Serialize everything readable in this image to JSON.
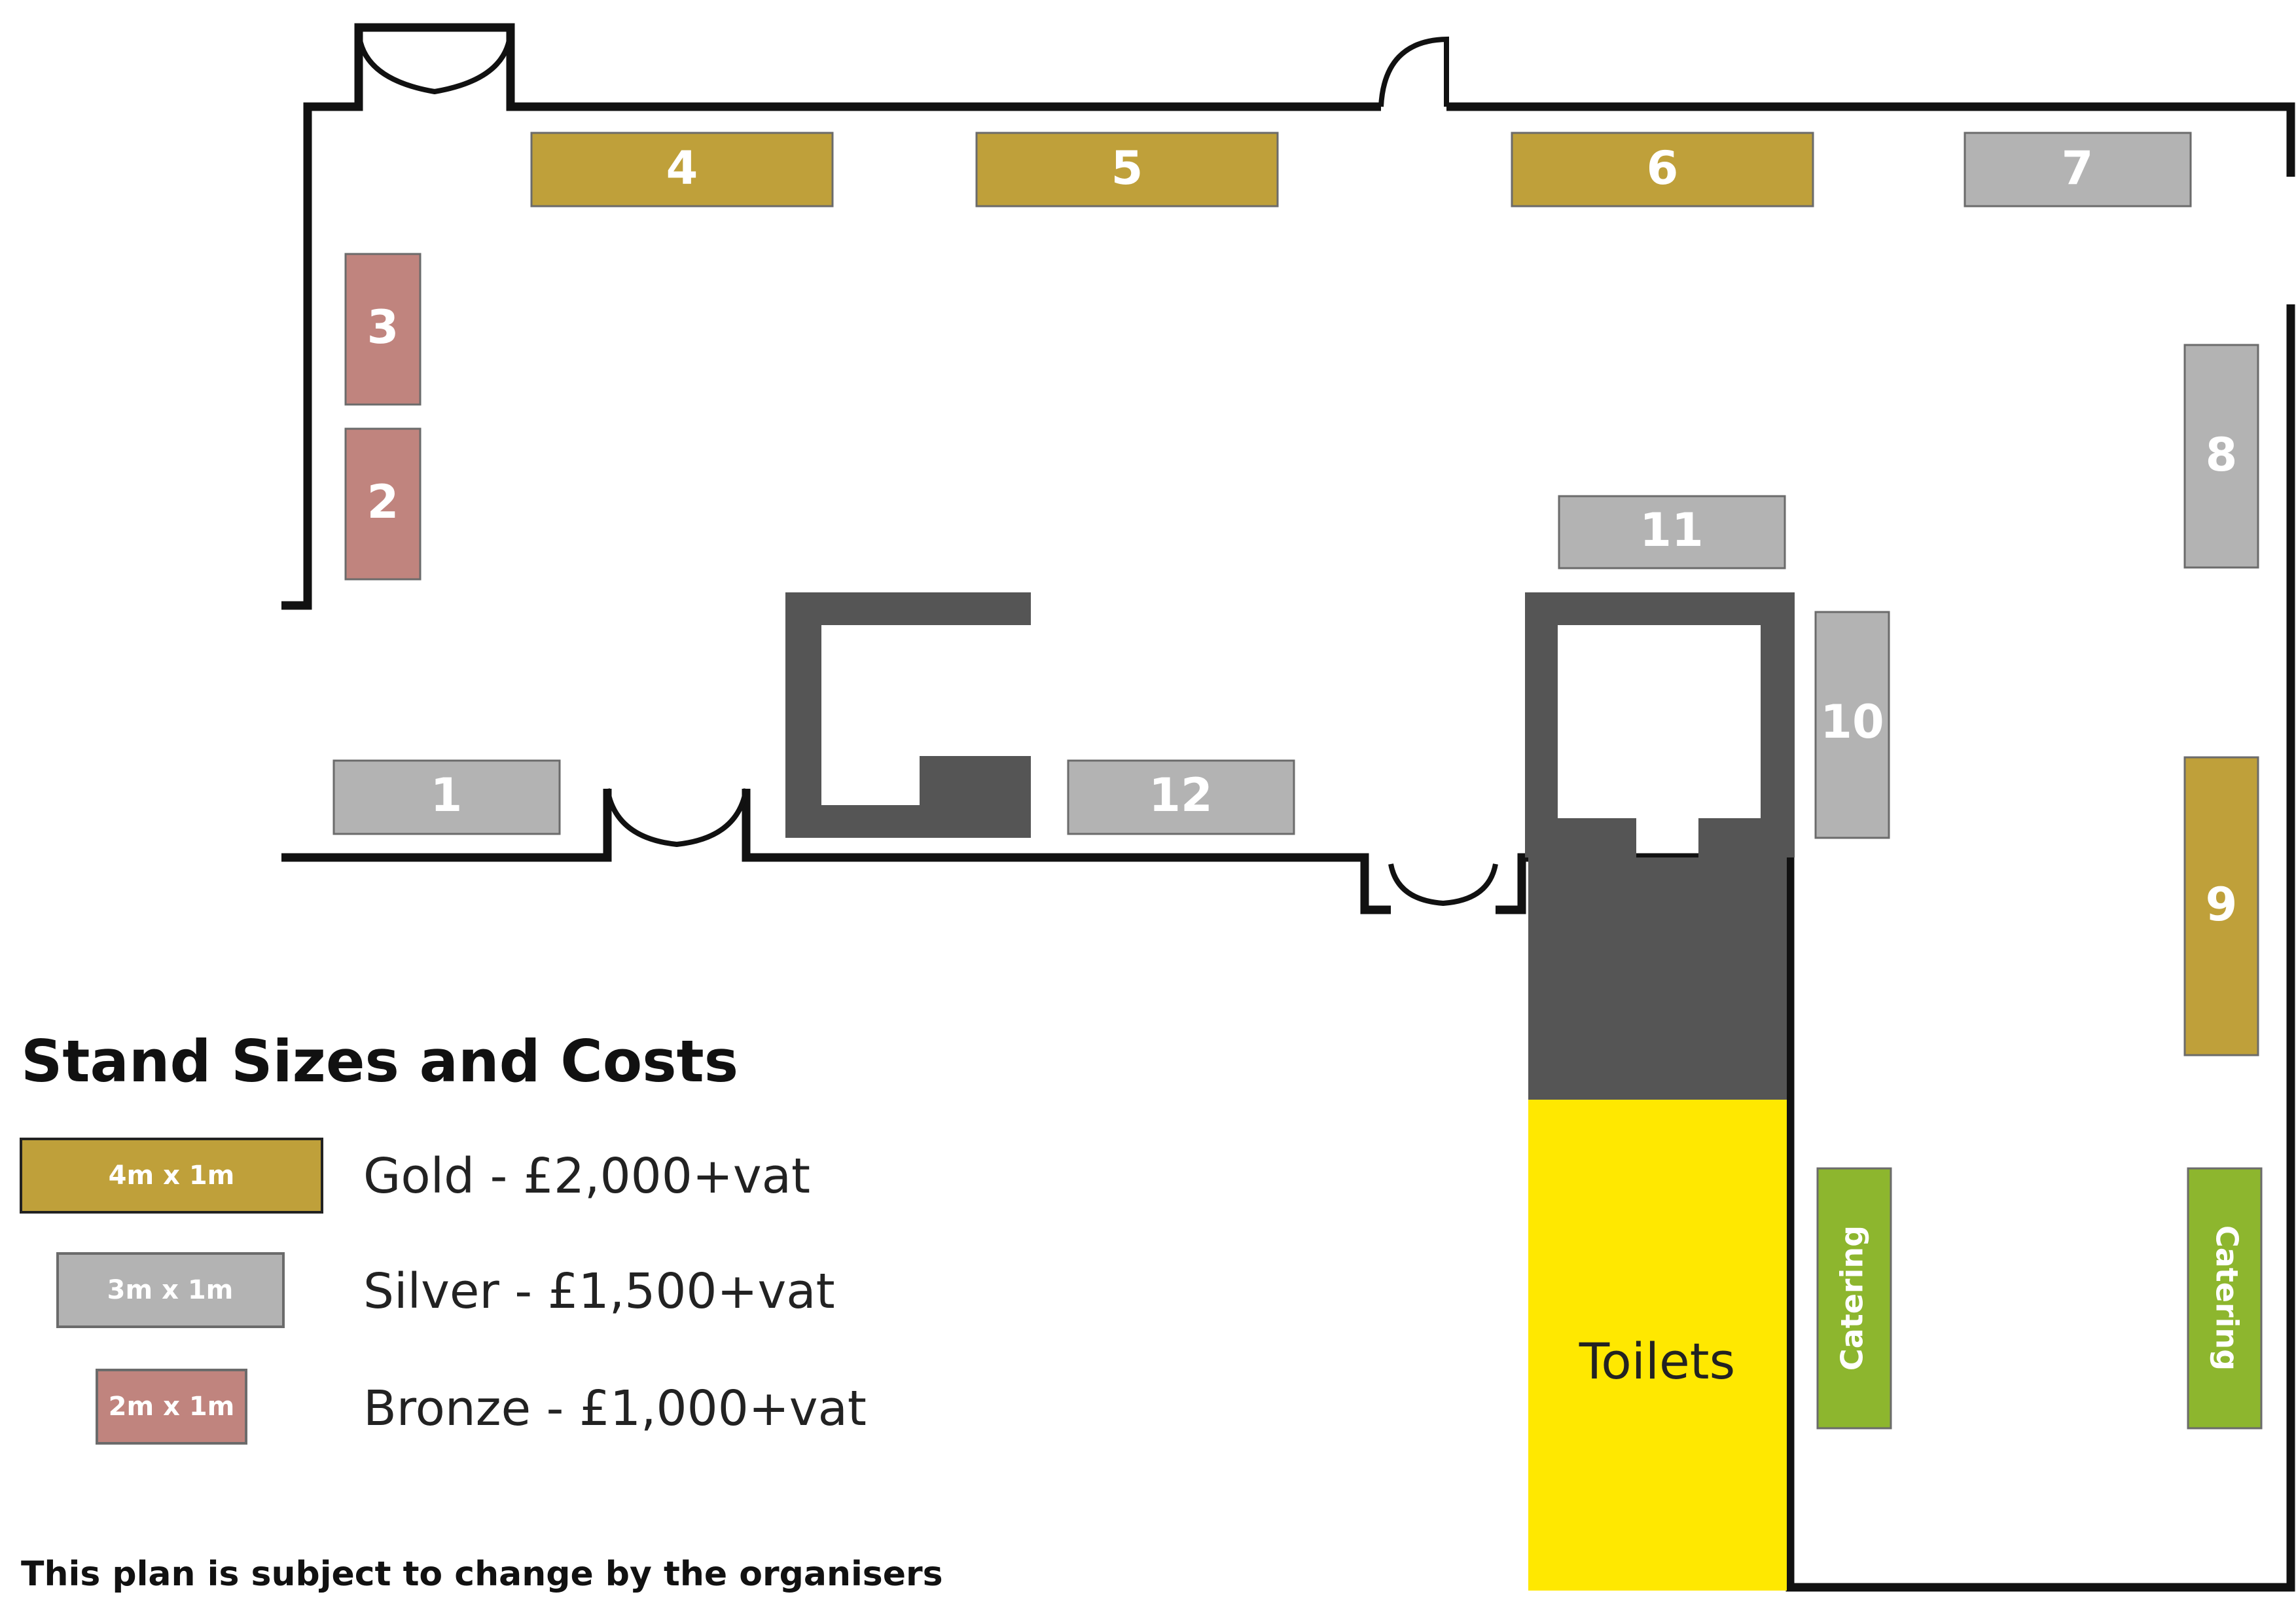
{
  "stands": [
    {
      "id": "4",
      "tier": "gold"
    },
    {
      "id": "5",
      "tier": "gold"
    },
    {
      "id": "6",
      "tier": "gold"
    },
    {
      "id": "7",
      "tier": "silver"
    },
    {
      "id": "3",
      "tier": "bronze"
    },
    {
      "id": "2",
      "tier": "bronze"
    },
    {
      "id": "8",
      "tier": "silver"
    },
    {
      "id": "11",
      "tier": "silver"
    },
    {
      "id": "10",
      "tier": "silver"
    },
    {
      "id": "1",
      "tier": "silver"
    },
    {
      "id": "12",
      "tier": "silver"
    },
    {
      "id": "9",
      "tier": "gold"
    }
  ],
  "catering": [
    "Catering",
    "Catering"
  ],
  "toilets_label": "Toilets",
  "legend": {
    "title": "Stand Sizes and Costs",
    "items": [
      {
        "tier": "gold",
        "size": "4m x 1m",
        "text": "Gold - £2,000+vat"
      },
      {
        "tier": "silver",
        "size": "3m x 1m",
        "text": "Silver - £1,500+vat"
      },
      {
        "tier": "bronze",
        "size": "2m x 1m",
        "text": "Bronze - £1,000+vat"
      }
    ]
  },
  "disclaimer": "This plan is subject to change by the organisers",
  "colors": {
    "gold": "#BFA03A",
    "silver": "#B3B3B3",
    "bronze": "#C0847E",
    "catering": "#8DB62E",
    "toilets": "#FFE800",
    "structure": "#555555",
    "wall": "#111111"
  }
}
